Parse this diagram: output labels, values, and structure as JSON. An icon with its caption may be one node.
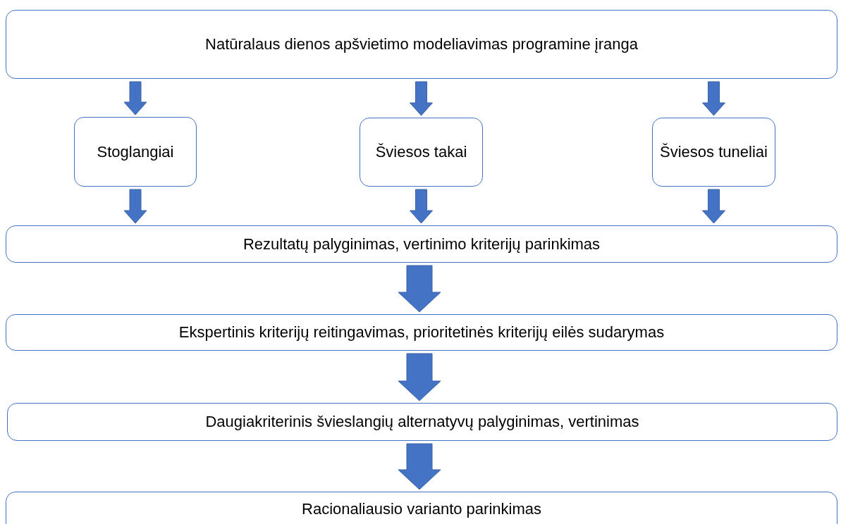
{
  "diagram": {
    "nodes": [
      {
        "text": [
          "Natūralaus dienos apšvietimo modeliavimas programine įranga"
        ]
      },
      {
        "text": [
          "Stoglangiai"
        ]
      },
      {
        "text": [
          "Šviesos takai"
        ]
      },
      {
        "text": [
          "Šviesos tuneliai"
        ]
      },
      {
        "text": [
          "Rezultatų palyginimas, vertinimo kriterijų parinkimas"
        ]
      },
      {
        "text": [
          "Ekspertinis kriterijų reitingavimas, prioritetinės kriterijų eilės sudarymas"
        ]
      },
      {
        "text": [
          "Daugiakriterinis švieslangių alternatyvų palyginimas, vertinimas"
        ]
      },
      {
        "text": [
          "Racionaliausio varianto parinkimas"
        ]
      }
    ],
    "edges": [
      {
        "from": 0,
        "to": 1,
        "arrow": "to"
      },
      {
        "from": 0,
        "to": 2,
        "arrow": "to"
      },
      {
        "from": 0,
        "to": 3,
        "arrow": "to"
      },
      {
        "from": 1,
        "to": 4,
        "arrow": "to"
      },
      {
        "from": 2,
        "to": 4,
        "arrow": "to"
      },
      {
        "from": 3,
        "to": 4,
        "arrow": "to"
      },
      {
        "from": 4,
        "to": 5,
        "arrow": "to",
        "style": "thick"
      },
      {
        "from": 5,
        "to": 6,
        "arrow": "to",
        "style": "thick"
      },
      {
        "from": 6,
        "to": 7,
        "arrow": "to",
        "style": "thick"
      }
    ]
  }
}
